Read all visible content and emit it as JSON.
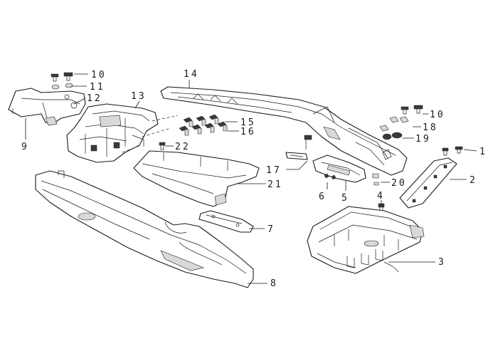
{
  "diagram": {
    "colors": {
      "line": "#1a1a1a",
      "shade": "#d9d9d9",
      "background": "#ffffff"
    },
    "callouts": [
      {
        "id": "c1",
        "text": "1"
      },
      {
        "id": "c2",
        "text": "2"
      },
      {
        "id": "c3",
        "text": "3"
      },
      {
        "id": "c4",
        "text": "4"
      },
      {
        "id": "c5",
        "text": "5"
      },
      {
        "id": "c6",
        "text": "6"
      },
      {
        "id": "c7",
        "text": "7"
      },
      {
        "id": "c8",
        "text": "8"
      },
      {
        "id": "c9",
        "text": "9"
      },
      {
        "id": "c10a",
        "text": "10"
      },
      {
        "id": "c10b",
        "text": "10"
      },
      {
        "id": "c11",
        "text": "11"
      },
      {
        "id": "c12",
        "text": "12"
      },
      {
        "id": "c13",
        "text": "13"
      },
      {
        "id": "c14",
        "text": "14"
      },
      {
        "id": "c15",
        "text": "15"
      },
      {
        "id": "c16",
        "text": "16"
      },
      {
        "id": "c17",
        "text": "17"
      },
      {
        "id": "c18",
        "text": "18"
      },
      {
        "id": "c19",
        "text": "19"
      },
      {
        "id": "c20",
        "text": "20"
      },
      {
        "id": "c21",
        "text": "21"
      },
      {
        "id": "c22",
        "text": "22"
      }
    ]
  }
}
